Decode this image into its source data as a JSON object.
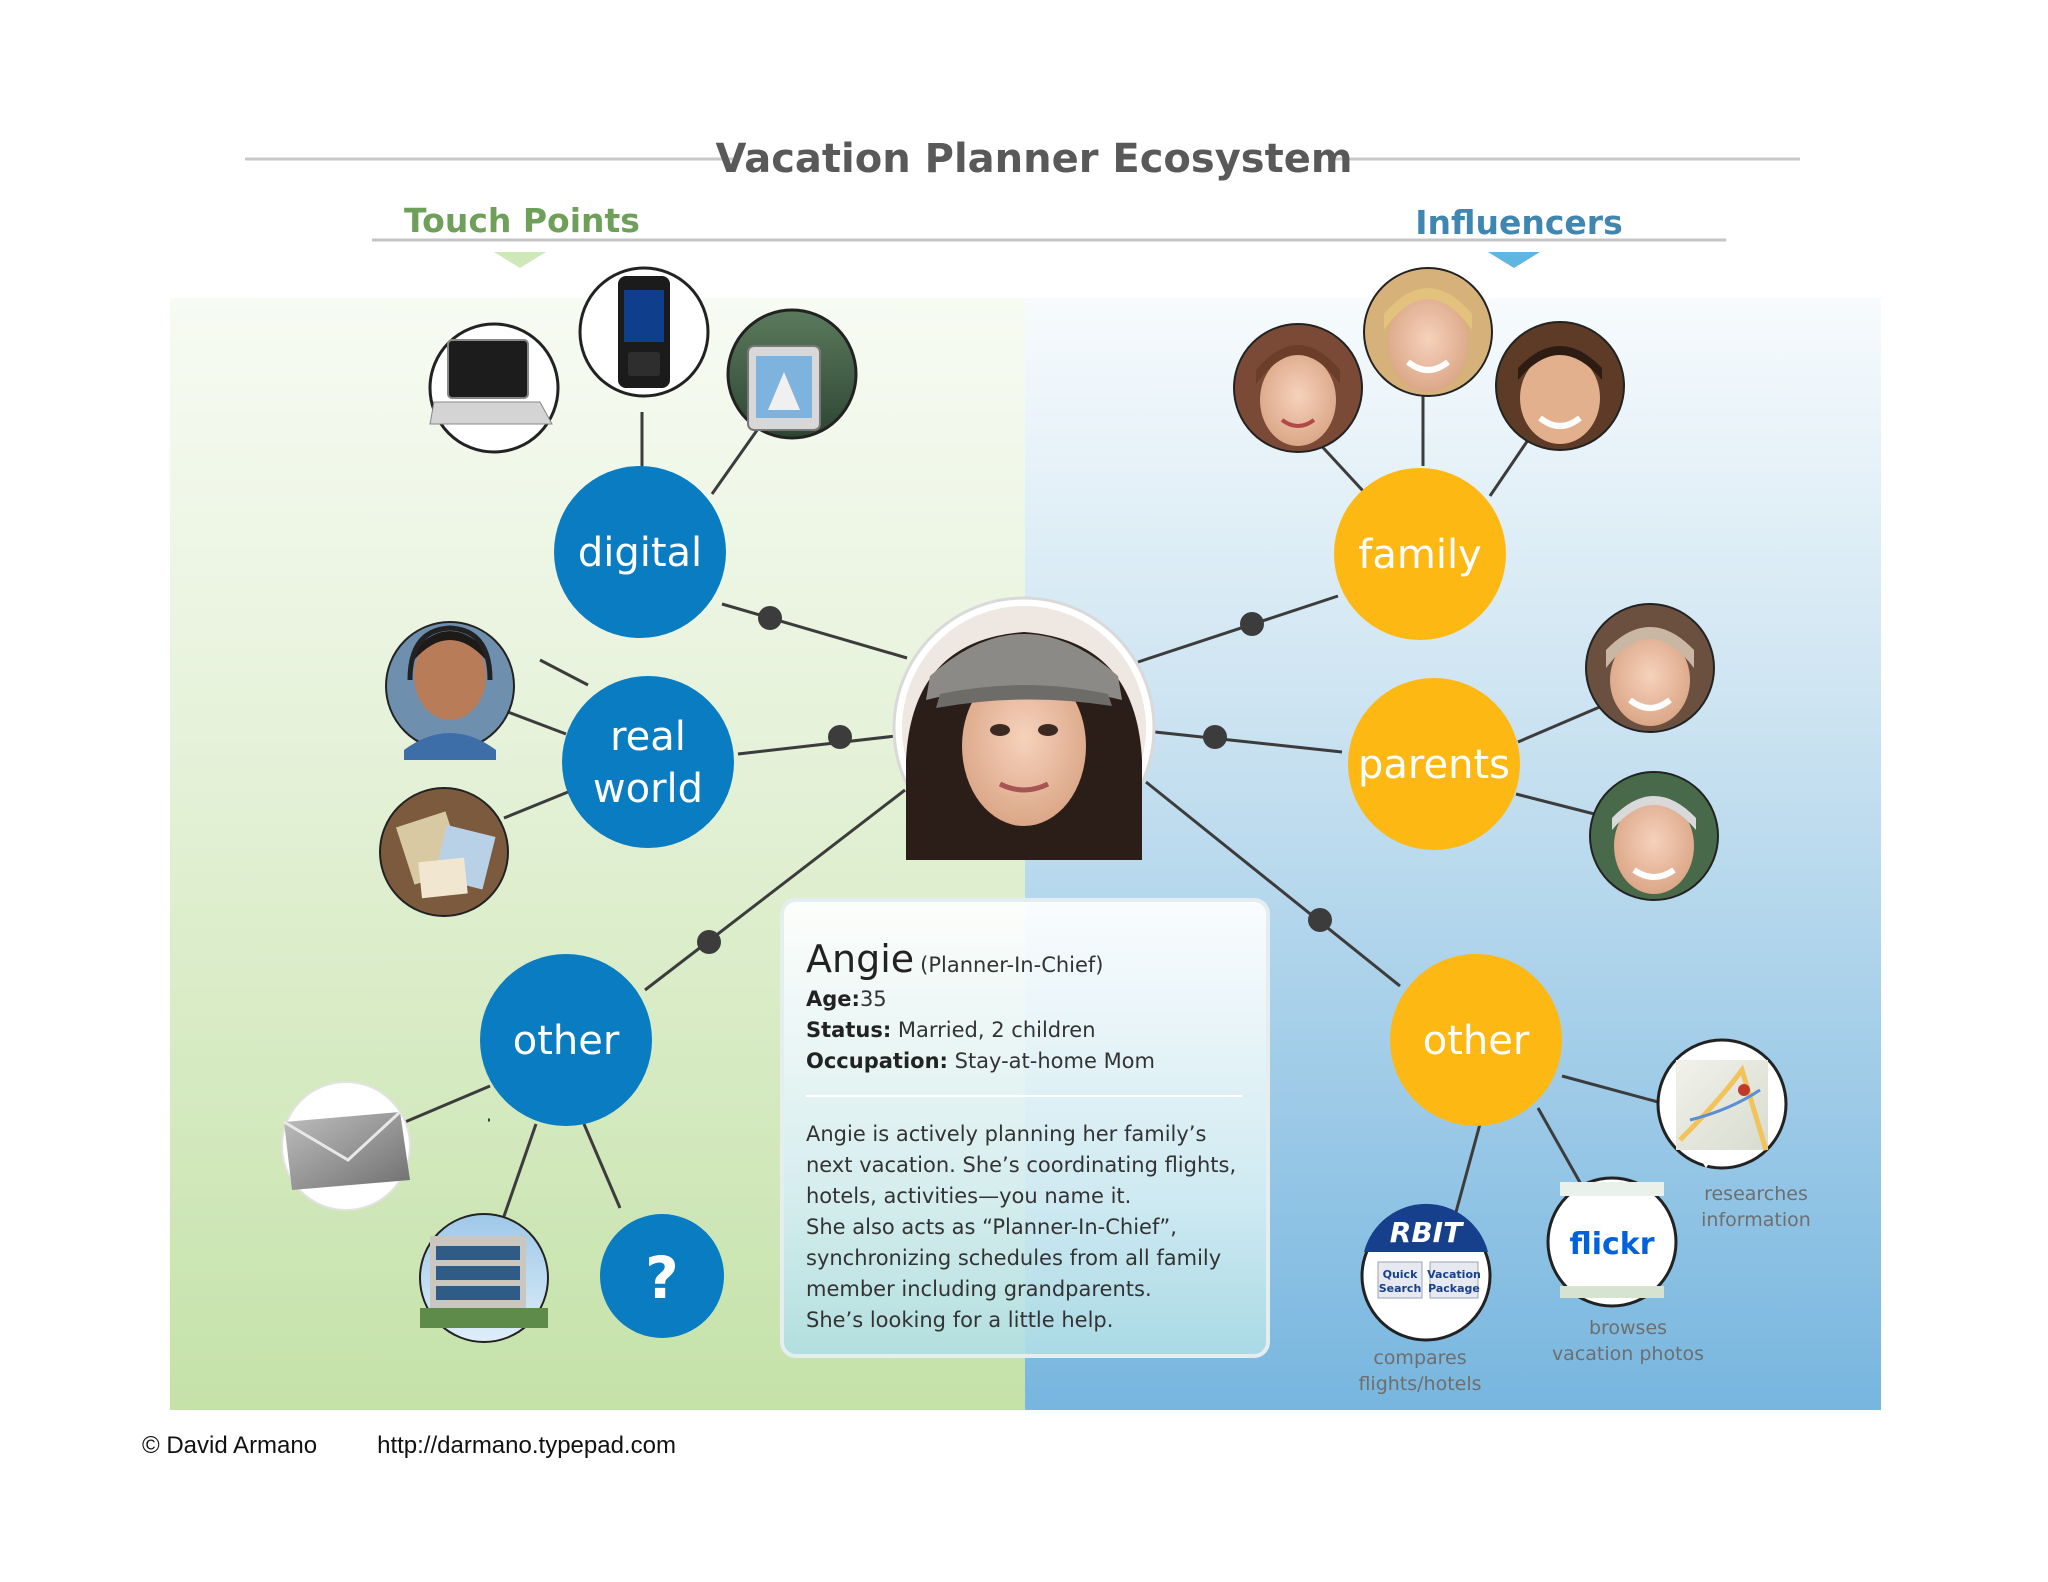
{
  "title": "Vacation Planner Ecosystem",
  "left_header": "Touch Points",
  "right_header": "Influencers",
  "colors": {
    "blue_hub": "#0a7cc1",
    "yellow_hub": "#fdb813",
    "touch_points_header": "#6fa05a",
    "influencers_header": "#3f86b0"
  },
  "hubs": {
    "digital": "digital",
    "real_world_line1": "real",
    "real_world_line2": "world",
    "other_left": "other",
    "family": "family",
    "parents": "parents",
    "other_right": "other",
    "unknown": "?"
  },
  "thumbnails": {
    "laptop": "laptop-icon",
    "smartphone": "smartphone-icon",
    "gps": "gps-navigator-icon",
    "call_agent": "call-center-agent-photo",
    "brochures": "brochures-photo",
    "envelope": "envelope-icon",
    "office": "office-building-photo",
    "daughter": "daughter-photo",
    "husband": "husband-photo",
    "son": "son-photo",
    "grandmother": "grandmother-photo",
    "grandfather": "grandfather-photo",
    "map": "map-icon",
    "flickr": "flickr-logo",
    "orbitz": "orbitz-site-icon"
  },
  "logo_text": {
    "flickr": "flickr",
    "orbitz": "RBIT",
    "orbitz_button_1a": "Quick",
    "orbitz_button_1b": "Search",
    "orbitz_button_2a": "Vacation",
    "orbitz_button_2b": "Package"
  },
  "captions": {
    "map_line1": "researches",
    "map_line2": "information",
    "flickr_line1": "browses",
    "flickr_line2": "vacation photos",
    "orbitz_line1": "compares",
    "orbitz_line2": "flights/hotels"
  },
  "persona": {
    "name": "Angie",
    "role": "(Planner-In-Chief)",
    "age_label": "Age:",
    "age": "35",
    "status_label": "Status:",
    "status": "Married, 2 children",
    "occupation_label": "Occupation:",
    "occupation": "Stay-at-home Mom",
    "description": [
      "Angie is actively planning her family’s",
      "next vacation.  She’s coordinating flights,",
      "hotels, activities—you name it.",
      "She also acts as “Planner-In-Chief”,",
      "synchronizing schedules from all family",
      "member including grandparents.",
      "She’s looking for a little help."
    ]
  },
  "footer": {
    "copyright": "© David Armano",
    "url": "http://darmano.typepad.com"
  }
}
